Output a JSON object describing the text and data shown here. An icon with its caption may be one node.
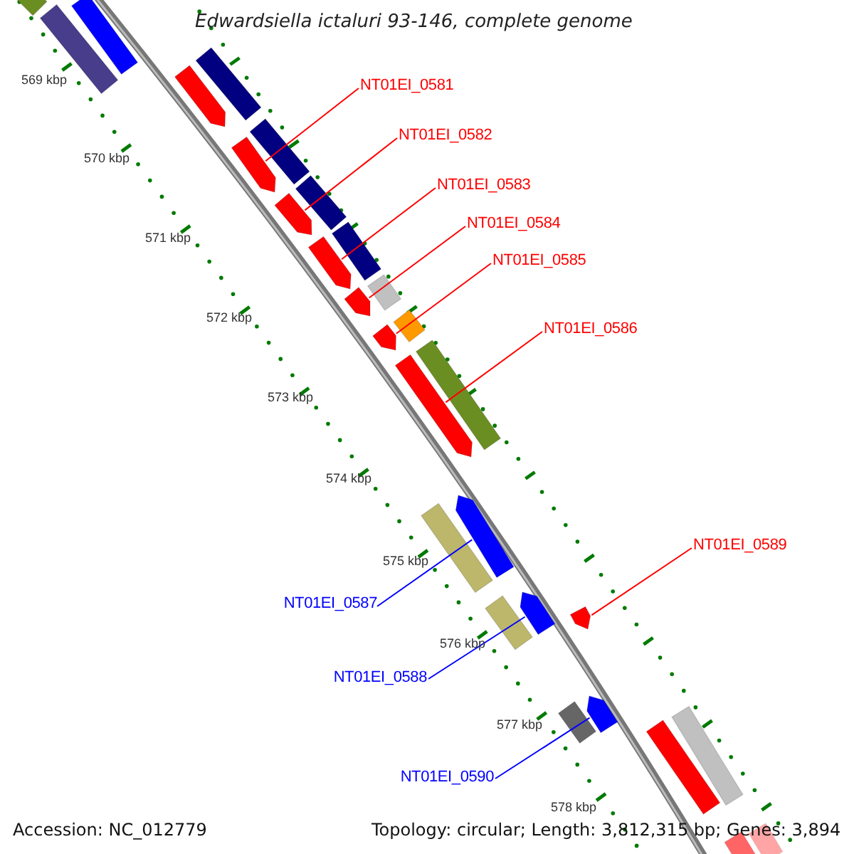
{
  "diagram": {
    "title": "Edwardsiella ictaluri 93-146, complete genome",
    "nodes": [
      {
        "text": [
          "NT01EI_0581"
        ]
      },
      {
        "text": [
          "NT01EI_0582"
        ]
      },
      {
        "text": [
          "NT01EI_0583"
        ]
      },
      {
        "text": [
          "NT01EI_0584"
        ]
      },
      {
        "text": [
          "NT01EI_0585"
        ]
      },
      {
        "text": [
          "NT01EI_0586"
        ]
      },
      {
        "text": [
          "NT01EI_0589"
        ]
      },
      {
        "text": [
          "NT01EI_0587"
        ]
      },
      {
        "text": [
          "NT01EI_0588"
        ]
      },
      {
        "text": [
          "NT01EI_0590"
        ]
      },
      {
        "text": [],
        "shape": "bar"
      },
      {
        "text": [],
        "shape": "bar"
      },
      {
        "text": [],
        "shape": "bar"
      },
      {
        "text": [],
        "shape": "bar"
      },
      {
        "text": [],
        "shape": "bar"
      },
      {
        "text": [],
        "shape": "bar"
      },
      {
        "text": [],
        "shape": "bar"
      },
      {
        "text": [],
        "shape": "bar"
      },
      {
        "text": [],
        "shape": "bar"
      },
      {
        "text": [],
        "shape": "bar"
      },
      {
        "text": [],
        "shape": "bar"
      },
      {
        "text": [],
        "shape": "bar"
      },
      {
        "text": [],
        "shape": "bar"
      },
      {
        "text": [],
        "shape": "bar"
      },
      {
        "text": [],
        "shape": "bar"
      },
      {
        "text": [],
        "shape": "bar"
      },
      {
        "text": [],
        "shape": "bar"
      },
      {
        "text": [],
        "shape": "bar"
      },
      {
        "text": [],
        "shape": "bar"
      },
      {
        "text": [],
        "shape": "bar"
      },
      {
        "text": [],
        "shape": "bar"
      },
      {
        "text": [],
        "shape": "bar"
      },
      {
        "text": [],
        "shape": "bar"
      },
      {
        "text": [],
        "shape": "bar"
      },
      {
        "text": [],
        "shape": "bar"
      },
      {
        "text": [],
        "shape": "bar"
      },
      {
        "text": [],
        "shape": "bar"
      },
      {
        "text": [],
        "shape": "bar"
      }
    ],
    "edges": [
      {
        "from": 0,
        "to": 16,
        "arrow": "none"
      },
      {
        "from": 1,
        "to": 18,
        "arrow": "none"
      },
      {
        "from": 2,
        "to": 20,
        "arrow": "none"
      },
      {
        "from": 3,
        "to": 22,
        "arrow": "none"
      },
      {
        "from": 4,
        "to": 24,
        "arrow": "none"
      },
      {
        "from": 5,
        "to": 26,
        "arrow": "none"
      },
      {
        "from": 6,
        "to": 30,
        "arrow": "none"
      },
      {
        "from": 7,
        "to": 27,
        "arrow": "none",
        "color": "#0000ff"
      },
      {
        "from": 8,
        "to": 29,
        "arrow": "none",
        "color": "#0000ff"
      },
      {
        "from": 9,
        "to": 32,
        "arrow": "none",
        "color": "#0000ff"
      }
    ],
    "labels": [
      "569 kbp",
      "570 kbp",
      "571 kbp",
      "572 kbp",
      "573 kbp",
      "574 kbp",
      "575 kbp",
      "576 kbp",
      "577 kbp",
      "578 kbp",
      "Accession: NC_012779",
      "Topology: circular; Length: 3,812,315 bp; Genes: 3,894"
    ]
  }
}
